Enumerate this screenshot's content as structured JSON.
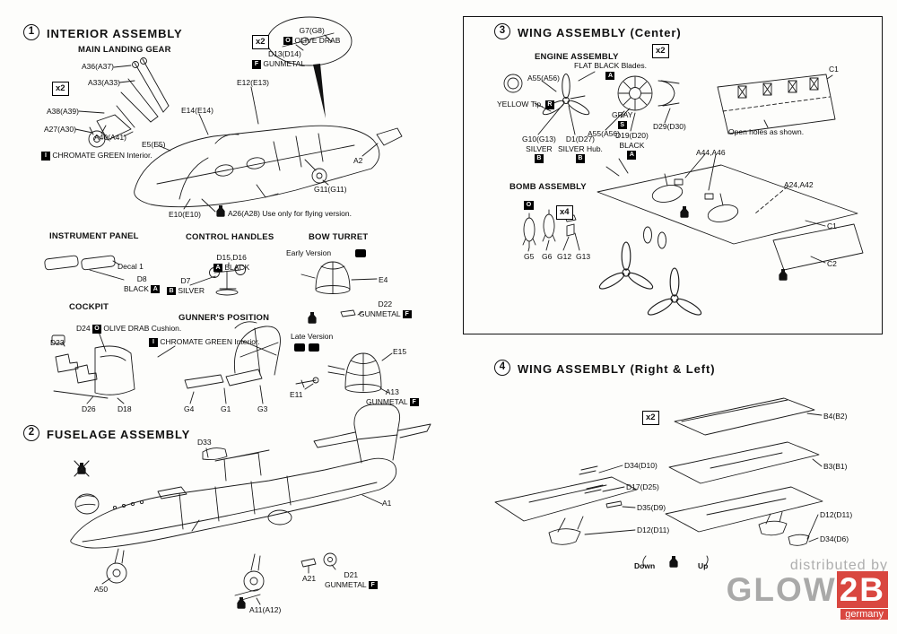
{
  "mult": {
    "x2": "x2",
    "x4": "x4"
  },
  "paints": {
    "black": {
      "code": "A",
      "name": "BLACK"
    },
    "flat_black": {
      "code": "A",
      "name": "FLAT BLACK Blades."
    },
    "silver": {
      "code": "B",
      "name": "SILVER"
    },
    "silver_hub": {
      "code": "B",
      "name": "SILVER Hub."
    },
    "gunmetal": {
      "code": "F",
      "name": "GUNMETAL"
    },
    "chromate": {
      "code": "I",
      "name": "CHROMATE GREEN Interior."
    },
    "olive": {
      "code": "O",
      "name": "OLIVE DRAB"
    },
    "olive_cushion": {
      "code": "O",
      "name": "OLIVE DRAB Cushion."
    },
    "yellow": {
      "code": "R",
      "name": "YELLOW Tip."
    },
    "gray": {
      "code": "S",
      "name": "GRAY"
    }
  },
  "s1": {
    "num": "1",
    "title": "INTERIOR ASSEMBLY",
    "sub_mlg": "MAIN LANDING GEAR",
    "sub_ip": "INSTRUMENT PANEL",
    "sub_ch": "CONTROL HANDLES",
    "sub_bt": "BOW TURRET",
    "sub_cp": "COCKPIT",
    "sub_gp": "GUNNER'S POSITION",
    "early": "Early Version",
    "late": "Late Version",
    "decal": "Decal 1",
    "note_a26": "Use only for flying version.",
    "parts": {
      "a36": "A36(A37)",
      "a33": "A33(A33)",
      "a38": "A38(A39)",
      "a27": "A27(A30)",
      "a40": "A40(A41)",
      "e5": "E5(E5)",
      "e14": "E14(E14)",
      "e12": "E12(E13)",
      "e10": "E10(E10)",
      "g11": "G11(G11)",
      "a2": "A2",
      "g7": "G7(G8)",
      "d13": "D13(D14)",
      "a26": "A26(A28)",
      "d8": "D8",
      "d15": "D15,D16",
      "d7": "D7",
      "e4": "E4",
      "d22": "D22",
      "e15": "E15",
      "e11": "E11",
      "a13": "A13",
      "d23": "D23",
      "d24": "D24",
      "d26": "D26",
      "d18": "D18",
      "g4": "G4",
      "g1": "G1",
      "g3": "G3"
    }
  },
  "s2": {
    "num": "2",
    "title": "FUSELAGE ASSEMBLY",
    "parts": {
      "d33": "D33",
      "a1": "A1",
      "a50": "A50",
      "a21": "A21",
      "d21": "D21",
      "a11": "A11(A12)"
    }
  },
  "s3": {
    "num": "3",
    "title": "WING ASSEMBLY (Center)",
    "sub_engine": "ENGINE ASSEMBLY",
    "sub_bomb": "BOMB ASSEMBLY",
    "note_holes": "Open holes as shown.",
    "parts": {
      "a55": "A55(A56)",
      "g10": "G10(G13)",
      "d1": "D1(D27)",
      "d19": "D19(D20)",
      "d29": "D29(D30)",
      "c1": "C1",
      "c2": "C2",
      "a44": "A44,A46",
      "a24": "A24,A42",
      "g5": "G5",
      "g6": "G6",
      "g12": "G12",
      "g13": "G13"
    }
  },
  "s4": {
    "num": "4",
    "title": "WING ASSEMBLY (Right & Left)",
    "down": "Down",
    "up": "Up",
    "parts": {
      "b4": "B4(B2)",
      "b3": "B3(B1)",
      "d34a": "D34(D10)",
      "d17": "D17(D25)",
      "d35": "D35(D9)",
      "d12": "D12(D11)",
      "d34b": "D34(D6)"
    }
  },
  "watermark": {
    "prefix": "distributed by",
    "brand": "GLOW",
    "brand2": "2B",
    "country": "germany"
  }
}
